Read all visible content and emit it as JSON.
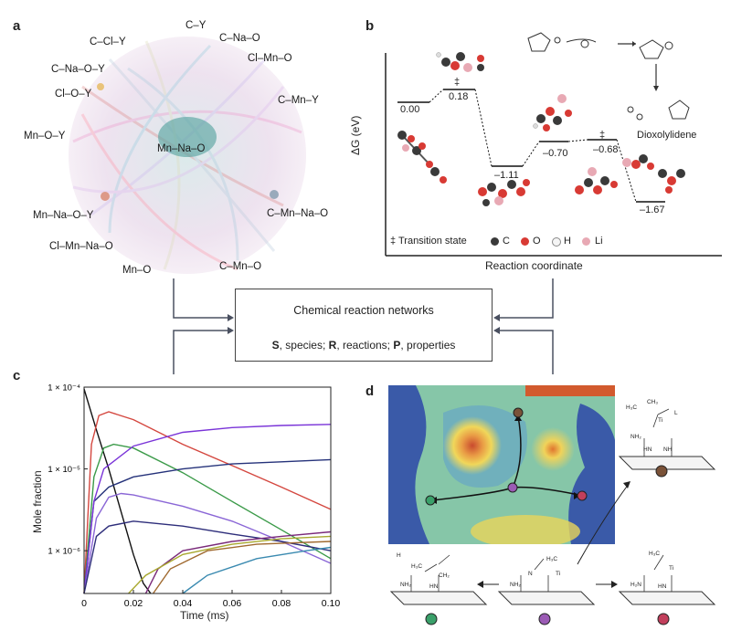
{
  "panel_labels": {
    "a": "a",
    "b": "b",
    "c": "c",
    "d": "d"
  },
  "network": {
    "center_node": "Mn–Na–O",
    "nodes": [
      "C–Y",
      "C–Na–O",
      "C–Cl–Y",
      "Cl–Mn–O",
      "C–Na–O–Y",
      "C–Mn–Y",
      "Cl–O–Y",
      "Mn–O–Y",
      "C–Mn–Na–O",
      "Mn–Na–O–Y",
      "Cl–Mn–Na–O",
      "Mn–O",
      "C–Mn–O"
    ]
  },
  "energy": {
    "y_axis_label": "ΔG (eV)",
    "x_axis_label": "Reaction coordinate",
    "levels": [
      "0.00",
      "0.18",
      "–1.11",
      "–0.70",
      "–0.68",
      "–1.67"
    ],
    "ts_mark": "‡",
    "product_label": "Dioxolylidene",
    "legend": {
      "ts": "‡ Transition state",
      "c": "C",
      "o": "O",
      "h": "H",
      "li": "Li"
    },
    "colors": {
      "C": "#3a3a3a",
      "O": "#d83a34",
      "H": "#f5f5f5",
      "Li": "#e8a9b4"
    }
  },
  "crn": {
    "title": "Chemical reaction networks",
    "s_key": "S",
    "s_text": ", species; ",
    "r_key": "R",
    "r_text": ", reactions; ",
    "p_key": "P",
    "p_text": ", properties"
  },
  "chart_data": {
    "type": "line",
    "xlabel": "Time (ms)",
    "ylabel": "Mole fraction",
    "xlim": [
      0,
      0.1
    ],
    "ylim": [
      3e-07,
      0.0001
    ],
    "yscale": "log",
    "x_ticks": [
      "0",
      "0.02",
      "0.04",
      "0.06",
      "0.08",
      "0.10"
    ],
    "y_ticks": [
      "1 × 10⁻⁶",
      "1 × 10⁻⁵",
      "1 × 10⁻⁴"
    ],
    "series": [
      {
        "color": "#111111",
        "x": [
          0,
          0.002,
          0.005,
          0.01,
          0.015,
          0.02,
          0.024,
          0.027
        ],
        "y": [
          9.5e-05,
          6e-05,
          3e-05,
          1e-05,
          3e-06,
          9e-07,
          4e-07,
          3e-07
        ]
      },
      {
        "color": "#d4473f",
        "x": [
          0,
          0.003,
          0.006,
          0.01,
          0.02,
          0.04,
          0.06,
          0.08,
          0.1
        ],
        "y": [
          3e-07,
          2e-05,
          4.5e-05,
          5e-05,
          4e-05,
          2e-05,
          1.1e-05,
          6e-06,
          3.2e-06
        ]
      },
      {
        "color": "#3a9a48",
        "x": [
          0,
          0.004,
          0.008,
          0.012,
          0.02,
          0.04,
          0.06,
          0.08,
          0.1
        ],
        "y": [
          3e-07,
          8e-06,
          1.8e-05,
          2e-05,
          1.8e-05,
          9e-06,
          4e-06,
          1.8e-06,
          8e-07
        ]
      },
      {
        "color": "#25327a",
        "x": [
          0,
          0.004,
          0.01,
          0.02,
          0.04,
          0.06,
          0.08,
          0.1
        ],
        "y": [
          3e-07,
          4e-06,
          6e-06,
          8e-06,
          1e-05,
          1.15e-05,
          1.22e-05,
          1.3e-05
        ]
      },
      {
        "color": "#7a34d8",
        "x": [
          0,
          0.004,
          0.008,
          0.02,
          0.04,
          0.06,
          0.08,
          0.1
        ],
        "y": [
          3e-07,
          4e-06,
          1e-05,
          1.9e-05,
          2.8e-05,
          3.2e-05,
          3.4e-05,
          3.5e-05
        ]
      },
      {
        "color": "#8a66d6",
        "x": [
          0,
          0.005,
          0.01,
          0.015,
          0.02,
          0.04,
          0.06,
          0.08,
          0.1
        ],
        "y": [
          3e-07,
          2.5e-06,
          4.5e-06,
          5e-06,
          4.8e-06,
          3.5e-06,
          2.3e-06,
          1.3e-06,
          7e-07
        ]
      },
      {
        "color": "#2d2d7a",
        "x": [
          0,
          0.005,
          0.01,
          0.02,
          0.04,
          0.06,
          0.08,
          0.1
        ],
        "y": [
          3e-07,
          1.5e-06,
          2e-06,
          2.3e-06,
          2e-06,
          1.6e-06,
          1.3e-06,
          1e-06
        ]
      },
      {
        "color": "#7a2a7a",
        "x": [
          0.025,
          0.03,
          0.04,
          0.06,
          0.08,
          0.1
        ],
        "y": [
          3e-07,
          6e-07,
          1e-06,
          1.3e-06,
          1.5e-06,
          1.7e-06
        ]
      },
      {
        "color": "#a06a30",
        "x": [
          0.028,
          0.035,
          0.05,
          0.07,
          0.1
        ],
        "y": [
          3e-07,
          6e-07,
          1e-06,
          1.2e-06,
          1.3e-06
        ]
      },
      {
        "color": "#a8a82e",
        "x": [
          0.018,
          0.025,
          0.04,
          0.06,
          0.08,
          0.1
        ],
        "y": [
          3e-07,
          5e-07,
          9e-07,
          1.2e-06,
          1.4e-06,
          1.5e-06
        ]
      },
      {
        "color": "#3a8ab0",
        "x": [
          0.04,
          0.05,
          0.07,
          0.09,
          0.1
        ],
        "y": [
          3e-07,
          5e-07,
          8e-07,
          1e-06,
          1.1e-06
        ]
      }
    ]
  },
  "surface": {
    "marker_colors": {
      "top": "#7a5238",
      "left": "#3aa06a",
      "center": "#9b5bb5",
      "right": "#c23f5c"
    },
    "molecule_labels": {
      "h3c": "H₃C",
      "ch3": "CH₃",
      "l": "L",
      "ti": "Ti",
      "hn": "HN",
      "nh": "NH",
      "nh2": "NH₂",
      "h2n": "H₂N",
      "h3cn": "H₃C",
      "ch2": "CH₂",
      "h": "H",
      "n": "N"
    }
  }
}
